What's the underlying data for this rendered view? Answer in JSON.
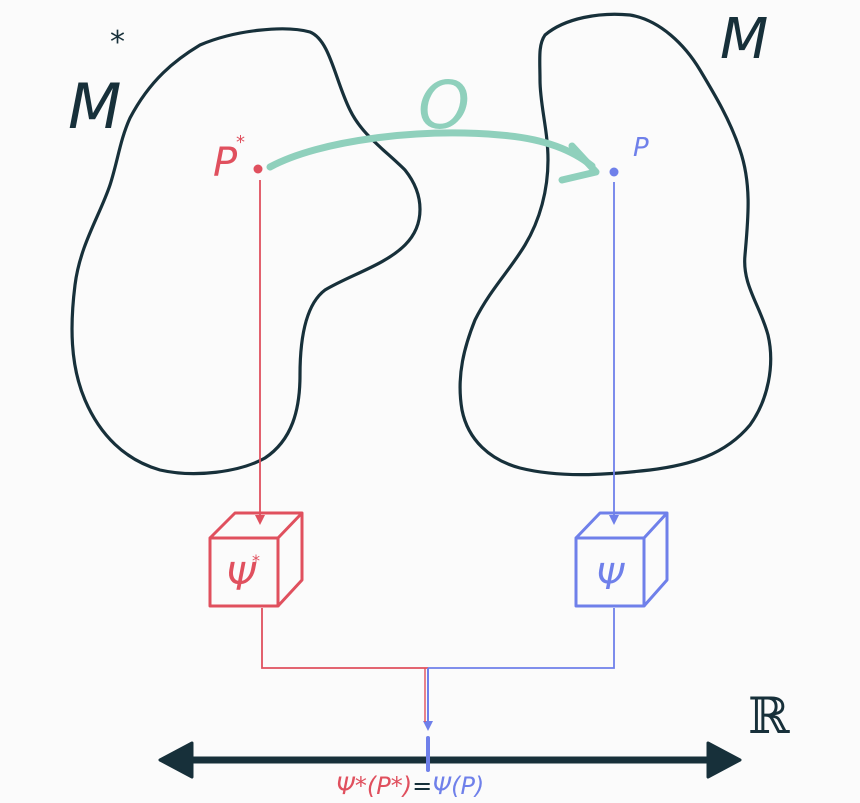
{
  "colors": {
    "ink": "#17303a",
    "red": "#e0505e",
    "blue": "#6f80ea",
    "teal": "#8fd0bc",
    "background": "#fbfbfb"
  },
  "manifold_left": {
    "label": "M",
    "superscript": "*"
  },
  "manifold_right": {
    "label": "M"
  },
  "map": {
    "label": "O"
  },
  "point_left": {
    "label": "P",
    "superscript": "*"
  },
  "point_right": {
    "label": "P"
  },
  "box_left": {
    "label": "Ψ",
    "superscript": "*"
  },
  "box_right": {
    "label": "Ψ"
  },
  "axis": {
    "label": "ℝ"
  },
  "equation": {
    "left": "Ψ*(P*)",
    "equals": "=",
    "right": "Ψ(P)"
  }
}
